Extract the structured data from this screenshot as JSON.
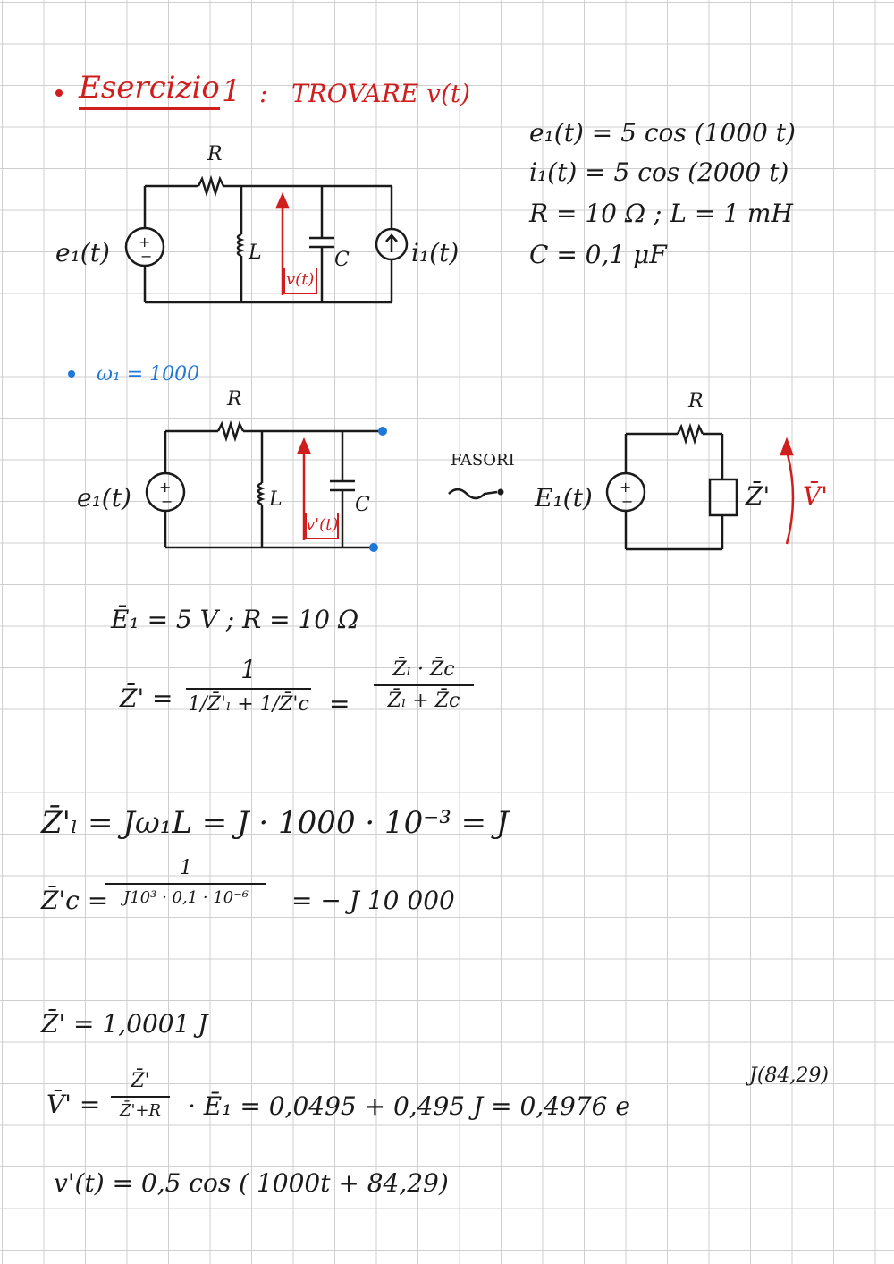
{
  "title": {
    "exercise_label": "Esercizio",
    "number": "1",
    "colon": ":",
    "task": "TROVARE v(t)"
  },
  "givens": {
    "e1": "e₁(t) = 5 cos (1000 t)",
    "i1": "i₁(t) = 5 cos (2000 t)",
    "R_and_L": "R = 10 Ω  ;  L = 1 mH",
    "C": "C =  0,1 μF"
  },
  "circuit1": {
    "source_label": "e₁(t)",
    "R": "R",
    "L": "L",
    "C": "C",
    "v": "v(t)",
    "current_source": "i₁(t)"
  },
  "section_omega1": "ω₁ = 1000",
  "circuit2": {
    "source_label": "e₁(t)",
    "R": "R",
    "L": "L",
    "C": "C",
    "v": "v'(t)"
  },
  "phasor_label": "FASORI",
  "circuit3": {
    "source_label": "E₁(t)",
    "R": "R",
    "Z": "Z̄'",
    "V": "V̄'"
  },
  "equations": {
    "E1_R": "Ē₁ = 5 V  ;    R = 10 Ω",
    "Zp_lhs": "Z̄' =",
    "Zp_num": "1",
    "Zp_den": "1/Z̄'ₗ + 1/Z̄'c",
    "Zp_eq": "=",
    "Zp_rhs_num": "Z̄ₗ · Z̄c",
    "Zp_rhs_den": "Z̄ₗ + Z̄c",
    "ZL": "Z̄'ₗ =  Jω₁L  =  J · 1000 · 10⁻³  =  J",
    "ZC_lhs": "Z̄'c =",
    "ZC_num": "1",
    "ZC_den": "J10³ · 0,1 · 10⁻⁶",
    "ZC_rhs": "=    − J 10 000",
    "Zp_value": "Z̄' = 1,0001 J",
    "V_lhs": "V̄' =",
    "V_num": "Z̄'",
    "V_den": "Z̄'+R",
    "V_rhs": "· Ē₁  =  0,0495 + 0,495 J  =  0,4976 e",
    "V_exp": "J(84,29)",
    "vt": "v'(t)  =  0,5 cos ( 1000t + 84,29)"
  },
  "colors": {
    "ink": "#1a1a1a",
    "red": "#d01e1e",
    "blue": "#1e78d8",
    "grid": "#cfcfcf"
  }
}
